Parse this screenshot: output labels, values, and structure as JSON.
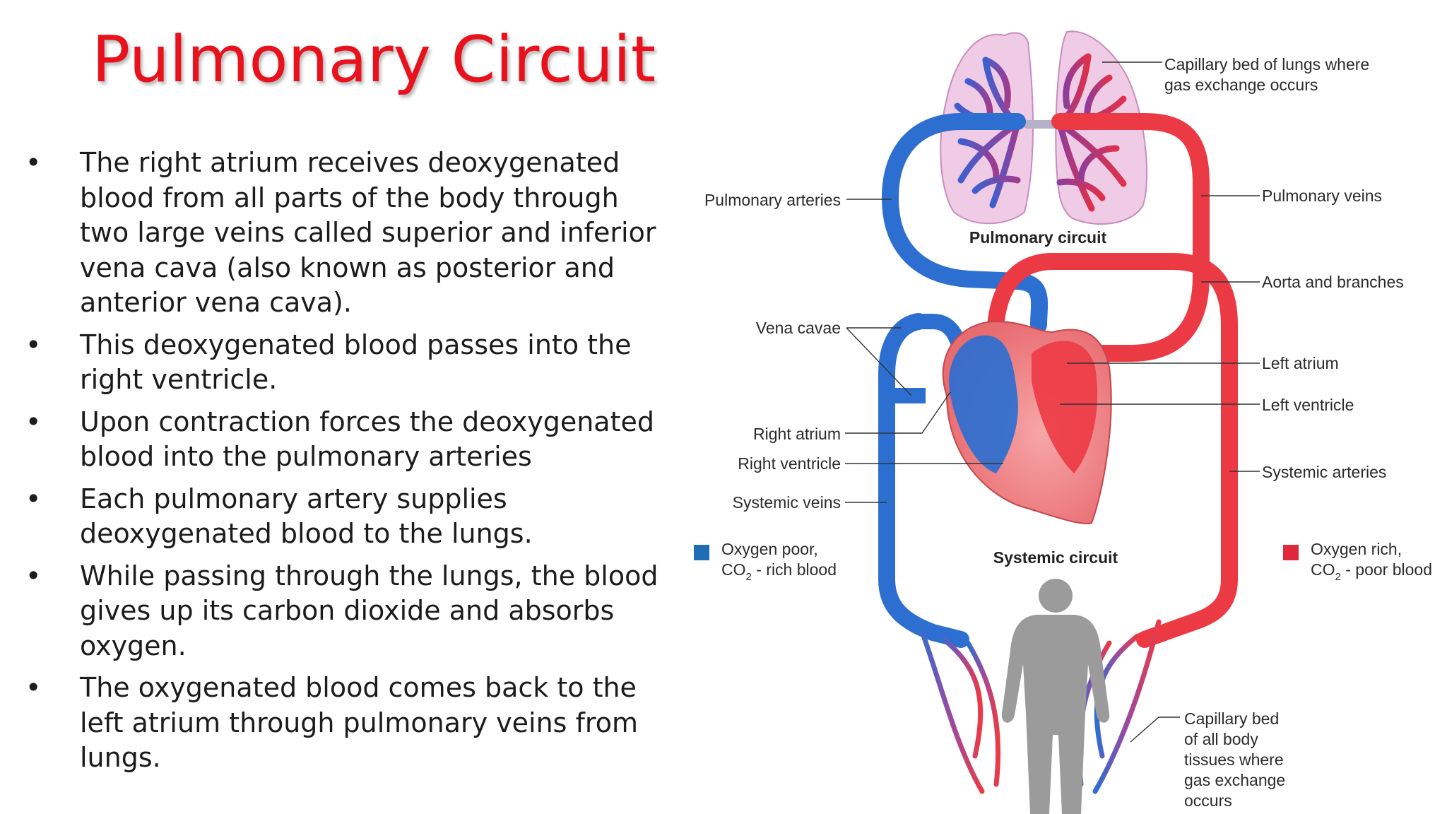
{
  "title": "Pulmonary Circuit",
  "bullets": [
    "The right atrium receives deoxygenated blood from all parts of the body through two large veins called superior and inferior vena cava (also known as posterior and anterior vena cava).",
    "This deoxygenated blood passes into the right ventricle.",
    " Upon contraction forces the deoxygenated blood into the pulmonary arteries",
    "Each pulmonary artery supplies deoxygenated blood to the lungs.",
    "While passing through the lungs, the blood gives up its carbon dioxide and absorbs oxygen.",
    "The oxygenated blood comes back to the left atrium through pulmonary veins from lungs."
  ],
  "bullet_glyph": "•",
  "diagram": {
    "labels": {
      "capillary_lungs_1": "Capillary bed of lungs where",
      "capillary_lungs_2": "gas exchange occurs",
      "pulmonary_arteries": "Pulmonary arteries",
      "pulmonary_veins": "Pulmonary veins",
      "pulmonary_circuit": "Pulmonary circuit",
      "aorta": "Aorta and branches",
      "vena_cavae": "Vena cavae",
      "left_atrium": "Left atrium",
      "left_ventricle": "Left ventricle",
      "right_atrium": "Right atrium",
      "right_ventricle": "Right ventricle",
      "systemic_veins": "Systemic veins",
      "systemic_arteries": "Systemic arteries",
      "systemic_circuit": "Systemic circuit",
      "capillary_body": [
        "Capillary bed",
        "of all body",
        "tissues where",
        "gas exchange",
        "occurs"
      ]
    },
    "legend": {
      "poor": {
        "line1": "Oxygen poor,",
        "co2": "CO",
        "sub": "2",
        "rest": " - rich blood",
        "color": "#1f6db5"
      },
      "rich": {
        "line1": "Oxygen rich,",
        "co2": "CO",
        "sub": "2",
        "rest": " - poor blood",
        "color": "#e0283a"
      }
    },
    "colors": {
      "blue": "#2d6fd0",
      "red": "#ec3a45",
      "lung_fill": "#f0cbe6",
      "body": "#9b9b9b"
    }
  }
}
